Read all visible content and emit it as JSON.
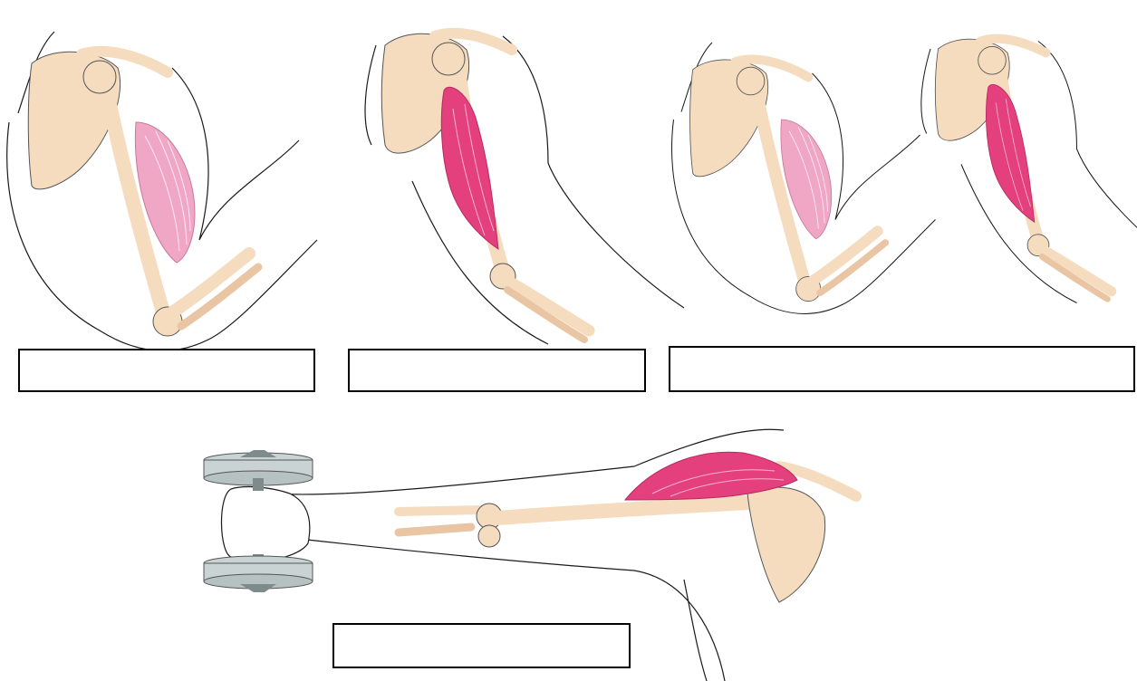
{
  "colors": {
    "bone": "#f6dcbf",
    "bone_shadow": "#e9c5a3",
    "skin_outline": "#1a1a1a",
    "muscle_relaxed": "#f0a6c5",
    "muscle_contracted": "#e4407e",
    "muscle_lines": "#ffffff",
    "weight_plate": "#c9d3d3",
    "weight_dark": "#7f8a8a"
  },
  "panels": [
    {
      "id": "panel-1",
      "muscle_state": "relaxed",
      "pose": "flexed"
    },
    {
      "id": "panel-2",
      "muscle_state": "contracted",
      "pose": "extended"
    },
    {
      "id": "panel-3a",
      "muscle_state": "relaxed",
      "pose": "flexed"
    },
    {
      "id": "panel-3b",
      "muscle_state": "contracted",
      "pose": "extended"
    },
    {
      "id": "panel-4",
      "muscle_state": "contracted",
      "pose": "abducted-holding-dumbbell"
    }
  ],
  "labels": {
    "box1": "",
    "box2": "",
    "box3": "",
    "box4": ""
  }
}
